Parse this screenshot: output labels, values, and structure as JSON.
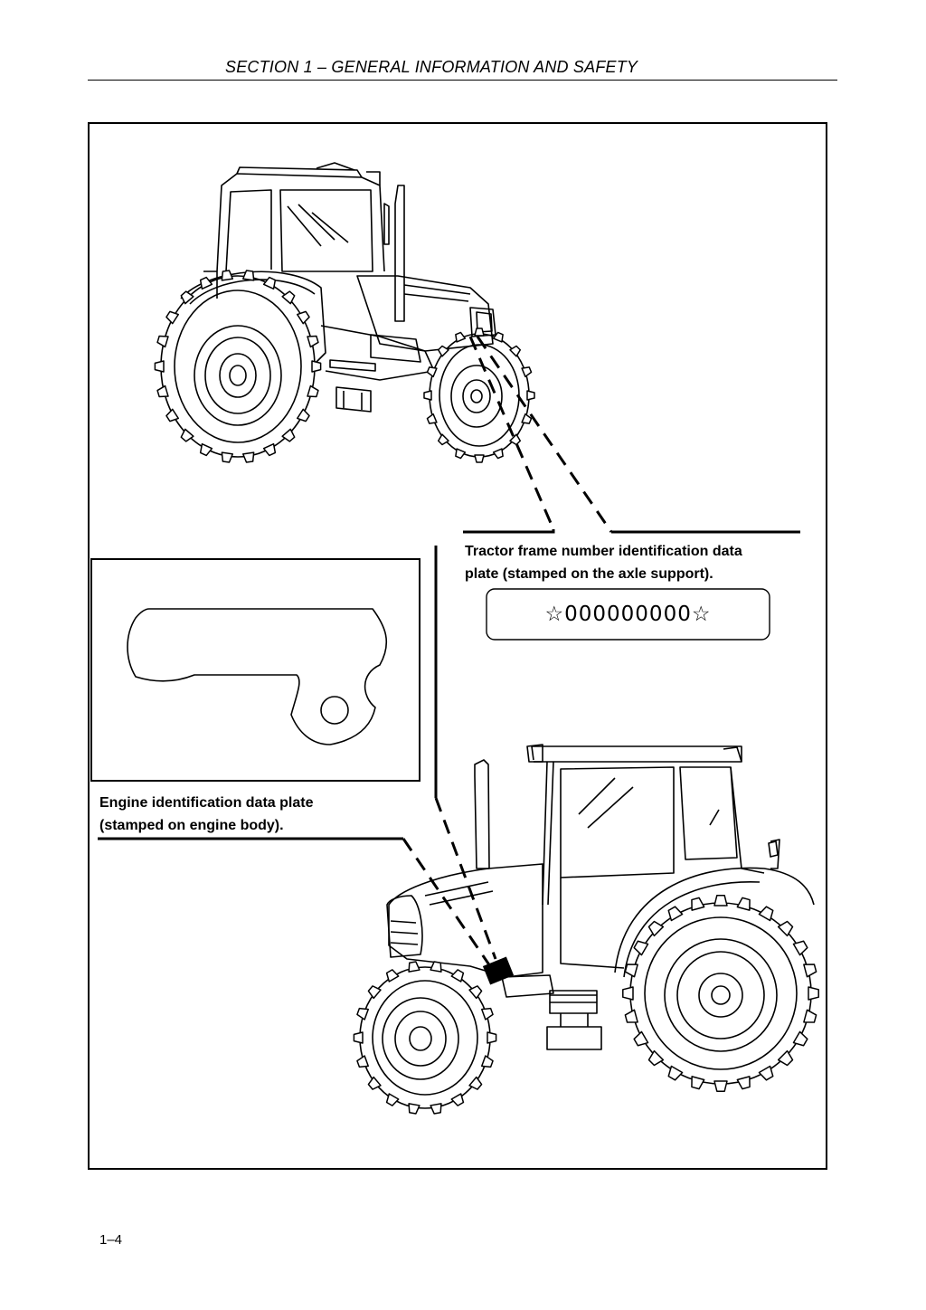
{
  "header": {
    "section_title": "SECTION 1  – GENERAL INFORMATION AND SAFETY"
  },
  "callouts": {
    "frame_plate_caption_line1": "Tractor frame number identification data",
    "frame_plate_caption_line2": "plate (stamped on the axle support).",
    "frame_number_stamp": "☆000000000☆",
    "engine_plate_caption_line1": "Engine identification data plate",
    "engine_plate_caption_line2": "(stamped on engine body)."
  },
  "footer": {
    "page_number": "1–4"
  }
}
